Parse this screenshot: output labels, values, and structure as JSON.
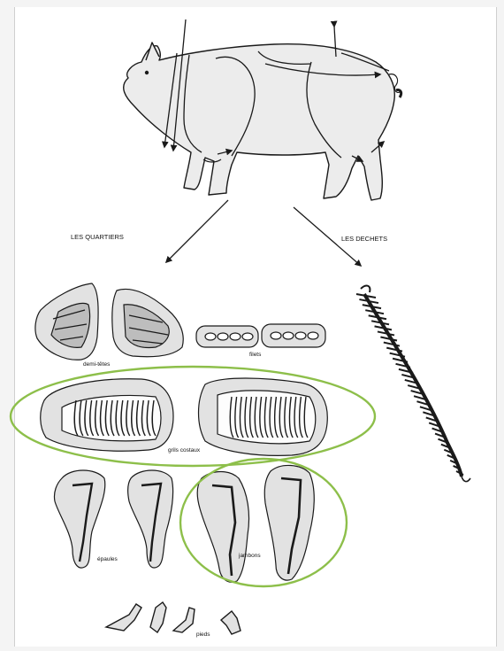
{
  "labels": {
    "quartiers": "LES QUARTIERS",
    "dechets": "LES DECHETS",
    "demi_tetes": "demi-têtes",
    "filets": "filets",
    "grils_costaux": "grils costaux",
    "epaules": "épaules",
    "jambons": "jambons",
    "pieds": "pieds"
  },
  "colors": {
    "highlight": "#8dbf4a",
    "piece_fill": "#e2e2e2",
    "line": "#1a1a1a"
  }
}
